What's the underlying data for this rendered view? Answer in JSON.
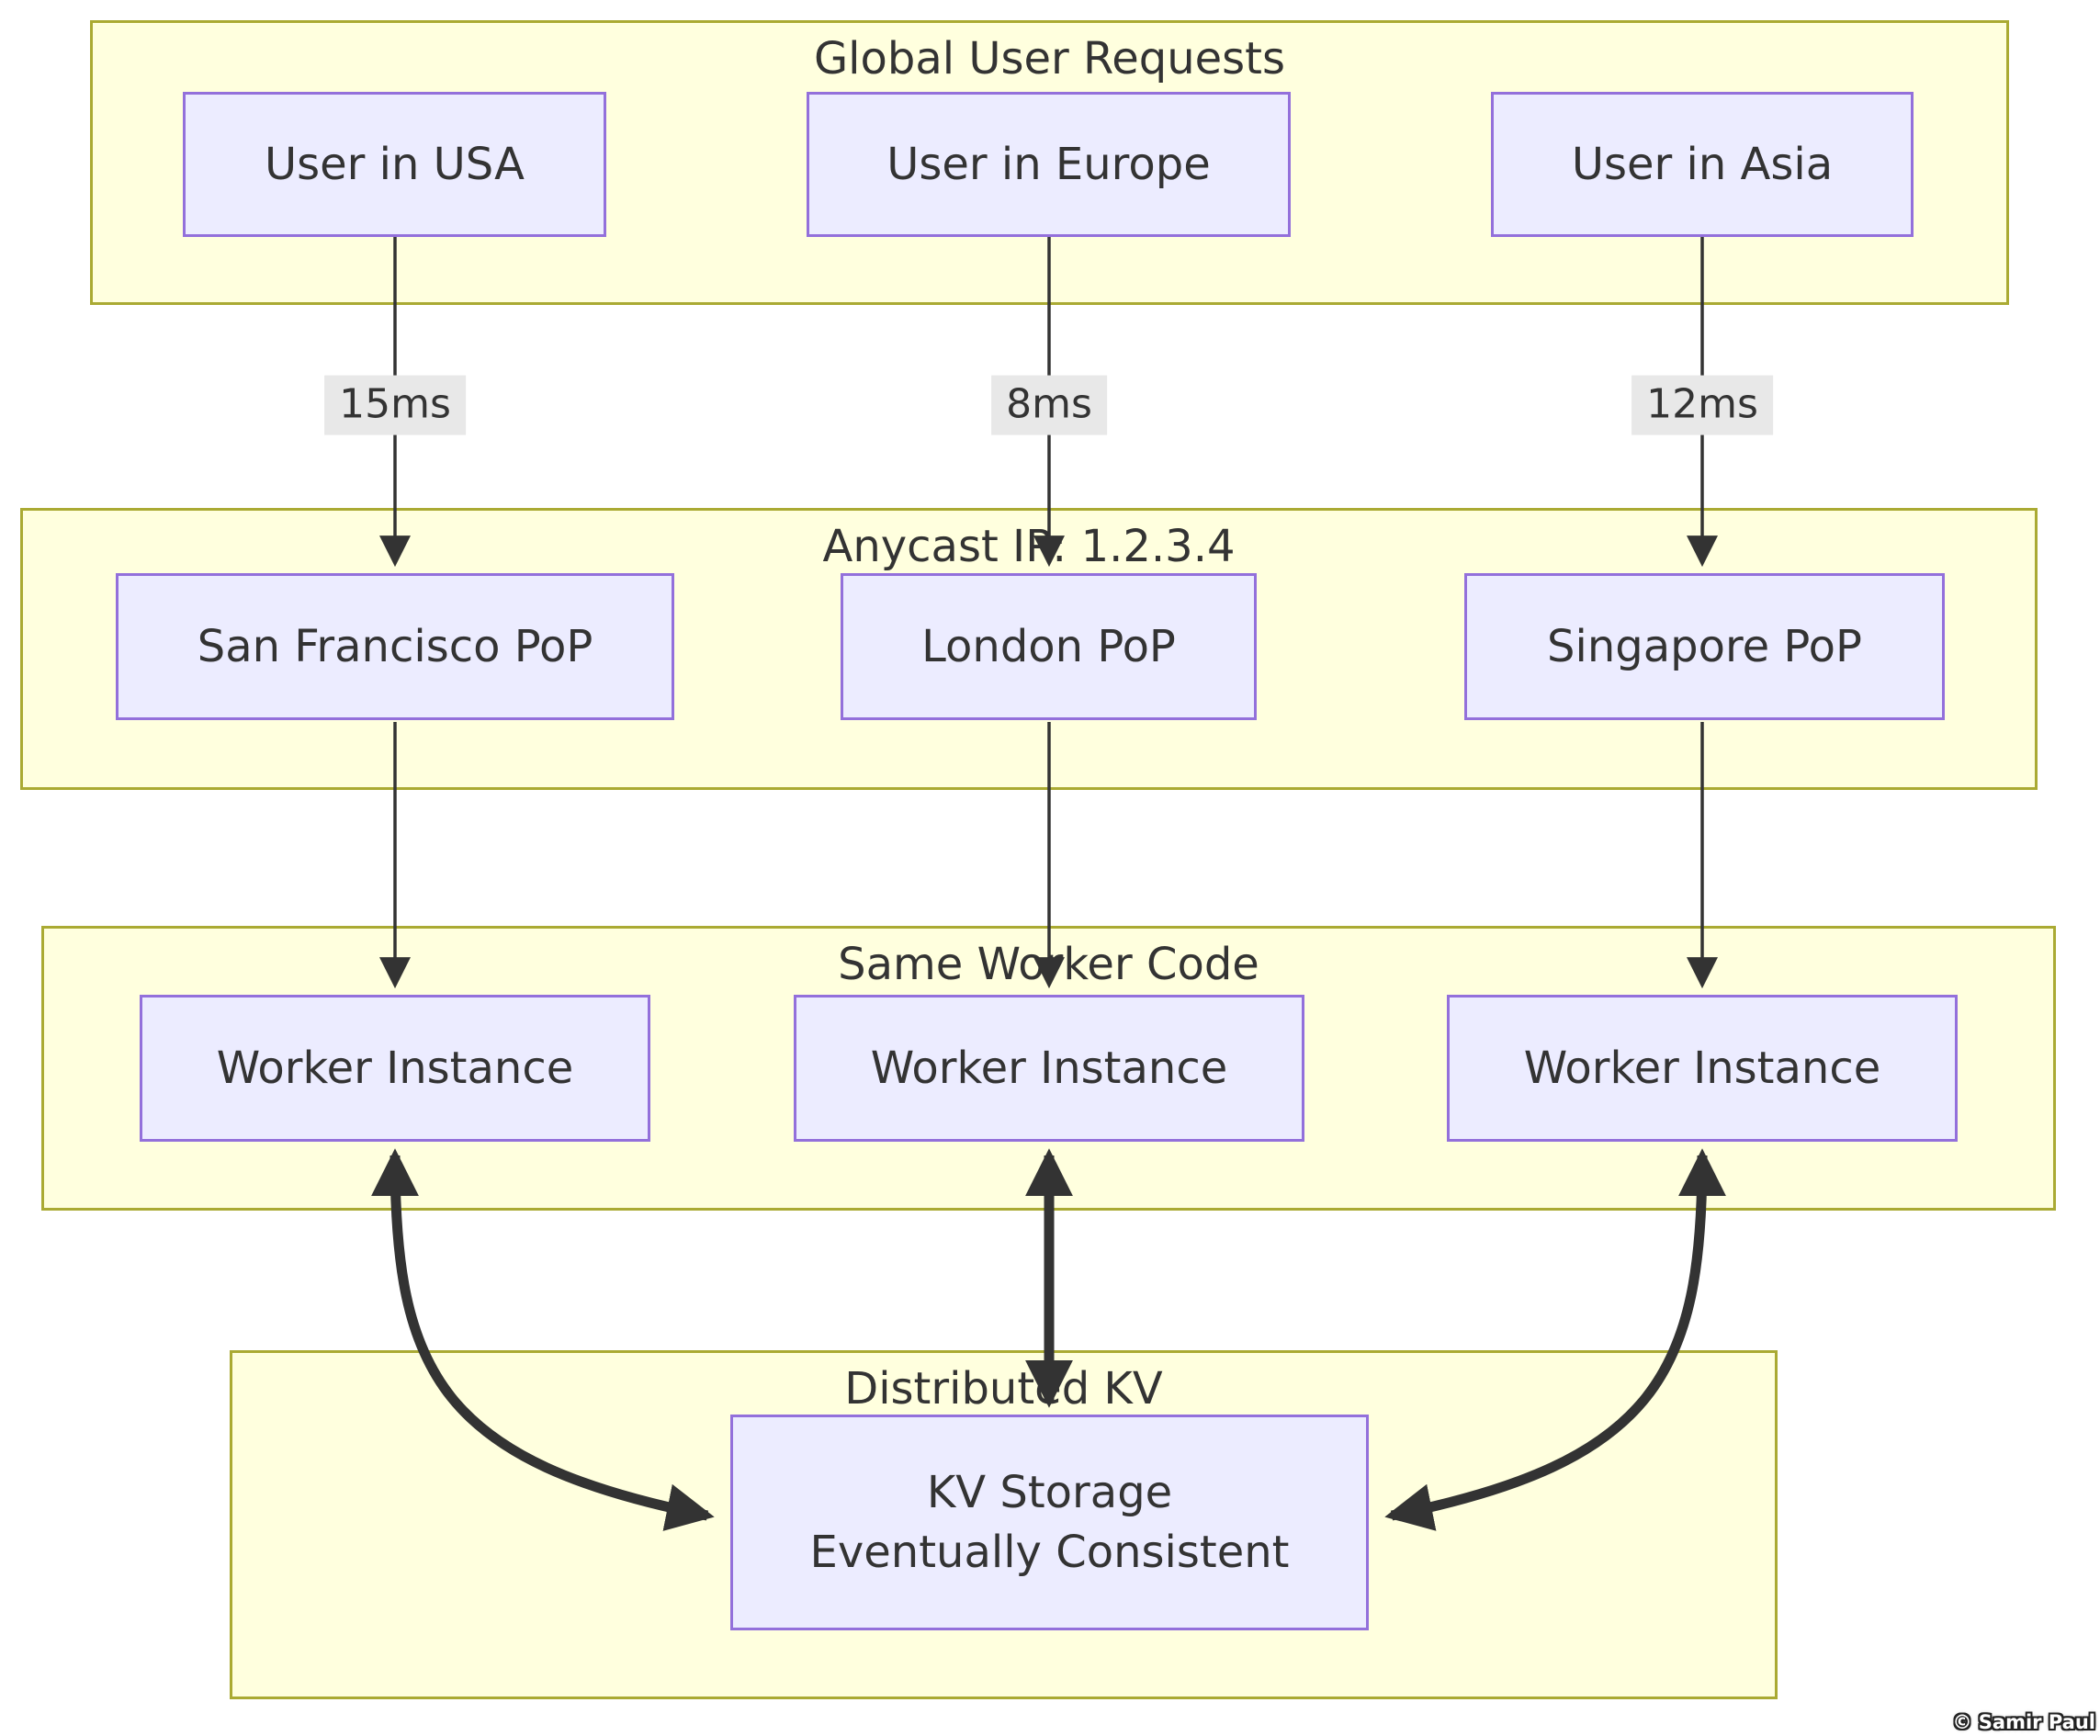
{
  "diagram": {
    "type": "flowchart",
    "clusters": {
      "global": {
        "title": "Global User Requests"
      },
      "anycast": {
        "title": "Anycast IP: 1.2.3.4"
      },
      "worker": {
        "title": "Same Worker Code"
      },
      "kv": {
        "title": "Distributed KV"
      }
    },
    "nodes": {
      "user_usa": {
        "label": "User in USA"
      },
      "user_europe": {
        "label": "User in Europe"
      },
      "user_asia": {
        "label": "User in Asia"
      },
      "pop_sf": {
        "label": "San Francisco PoP"
      },
      "pop_london": {
        "label": "London PoP"
      },
      "pop_singapore": {
        "label": "Singapore PoP"
      },
      "worker_1": {
        "label": "Worker Instance"
      },
      "worker_2": {
        "label": "Worker Instance"
      },
      "worker_3": {
        "label": "Worker Instance"
      },
      "kv_storage": {
        "line1": "KV Storage",
        "line2": "Eventually Consistent"
      }
    },
    "edges": [
      {
        "from": "user_usa",
        "to": "pop_sf",
        "label": "15ms",
        "style": "thin-arrow"
      },
      {
        "from": "user_europe",
        "to": "pop_london",
        "label": "8ms",
        "style": "thin-arrow"
      },
      {
        "from": "user_asia",
        "to": "pop_singapore",
        "label": "12ms",
        "style": "thin-arrow"
      },
      {
        "from": "pop_sf",
        "to": "worker_1",
        "label": "",
        "style": "thin-arrow"
      },
      {
        "from": "pop_london",
        "to": "worker_2",
        "label": "",
        "style": "thin-arrow"
      },
      {
        "from": "pop_singapore",
        "to": "worker_3",
        "label": "",
        "style": "thin-arrow"
      },
      {
        "from": "worker_1",
        "to": "kv_storage",
        "label": "",
        "style": "thick-bidirectional"
      },
      {
        "from": "worker_2",
        "to": "kv_storage",
        "label": "",
        "style": "thick-bidirectional"
      },
      {
        "from": "worker_3",
        "to": "kv_storage",
        "label": "",
        "style": "thick-bidirectional"
      }
    ],
    "colors": {
      "cluster_fill": "#ffffde",
      "cluster_border": "#aaaa33",
      "node_fill": "#ECECFF",
      "node_border": "#9370DB",
      "arrow": "#333333",
      "edge_label_bg": "#e8e8e8",
      "text": "#333333"
    },
    "watermark": "© Samir Paul"
  }
}
